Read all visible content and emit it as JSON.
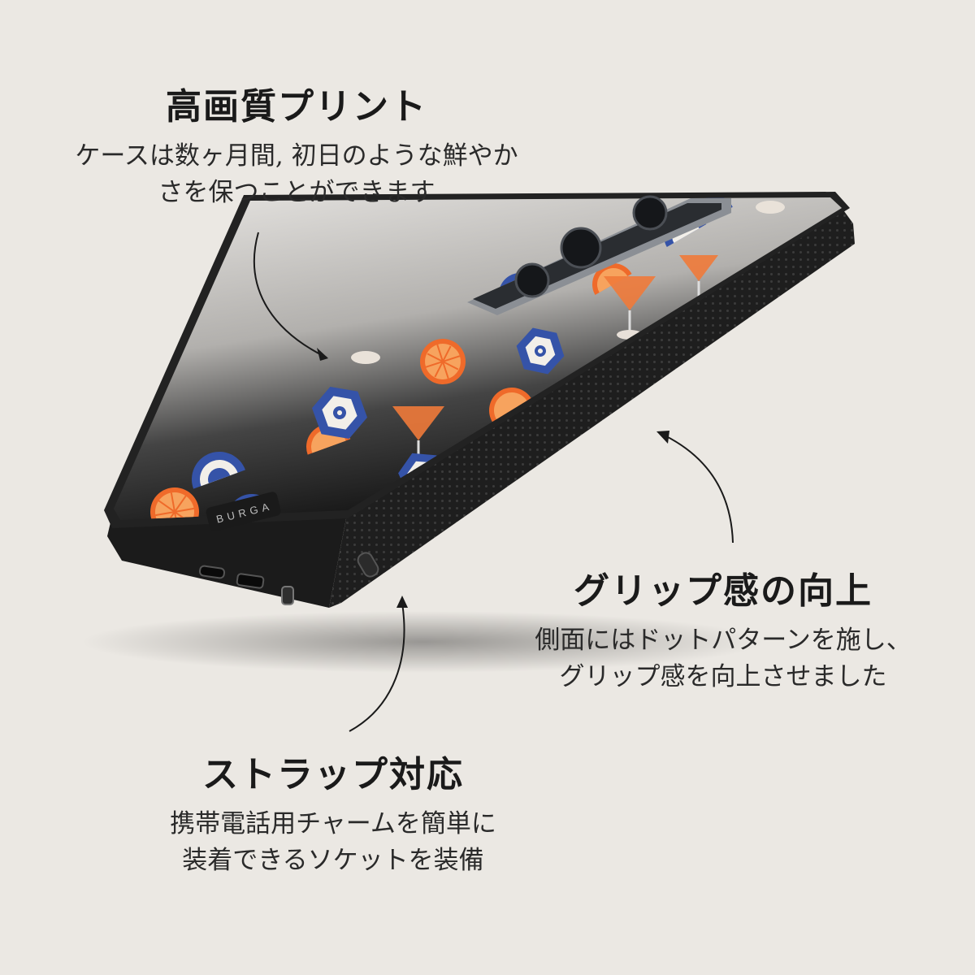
{
  "features": [
    {
      "title": "高画質プリント",
      "description": "ケースは数ヶ月間, 初日のような鮮やか\nさを保つことができます"
    },
    {
      "title": "グリップ感の向上",
      "description": "側面にはドットパターンを施し、\nグリップ感を向上させました"
    },
    {
      "title": "ストラップ対応",
      "description": "携帯電話用チャームを簡単に\n装着できるソケットを装備"
    }
  ],
  "product": {
    "brand_mark": "BURGA",
    "pattern": [
      "orange-slice-icon",
      "aperitif-glass-icon",
      "beach-umbrella-icon"
    ]
  },
  "colors": {
    "background": "#ebe8e3",
    "case_black": "#1c1c1c",
    "orange": "#ef6a2a",
    "umbrella_blue": "#3553a8",
    "text": "#1a1a1a"
  }
}
